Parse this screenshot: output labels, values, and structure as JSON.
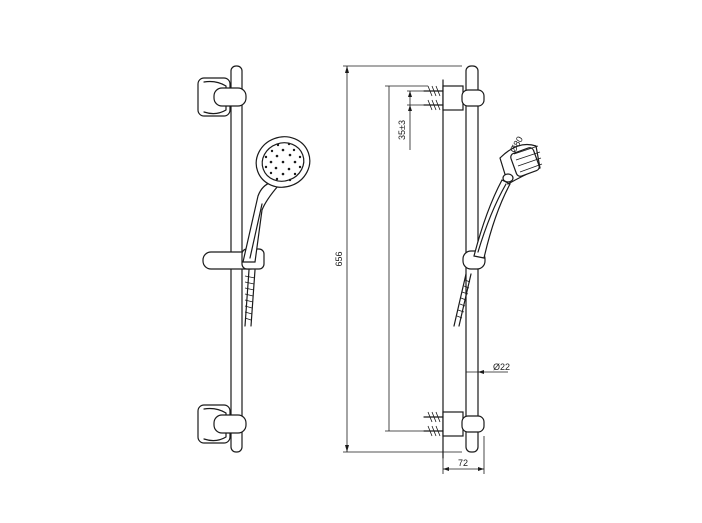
{
  "dimensions": {
    "height_total": "656",
    "bracket_spacing": "35±3",
    "holder_diameter": "Ø80",
    "rail_diameter": "Ø22",
    "projection": "72"
  },
  "views": [
    "front-view",
    "side-view"
  ],
  "colors": {
    "line": "#1a1a1a",
    "background": "#ffffff"
  }
}
